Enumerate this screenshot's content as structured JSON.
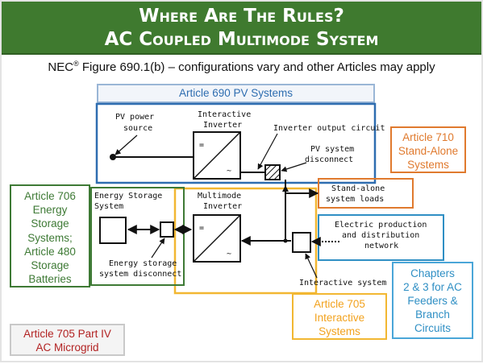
{
  "title": {
    "line1": "Where Are The Rules?",
    "line2": "AC Coupled Multimode System"
  },
  "subtitle": {
    "pre": "NEC",
    "reg": "®",
    "post": " Figure 690.1(b) – configurations vary and other Articles may apply"
  },
  "labels": {
    "article_690": "Article 690 PV Systems",
    "article_710": [
      "Article 710",
      "Stand-Alone",
      "Systems"
    ],
    "article_706": [
      "Article 706",
      "Energy",
      "Storage",
      "Systems;",
      "Article 480",
      "Storage",
      "Batteries"
    ],
    "article_705": [
      "Article 705",
      "Interactive",
      "Systems"
    ],
    "article_705_iv": [
      "Article 705 Part IV",
      "AC Microgrid"
    ],
    "chapters": [
      "Chapters",
      "2 & 3 for AC",
      "Feeders &",
      "Branch",
      "Circuits"
    ]
  },
  "diagram": {
    "pv_power_source": [
      "PV power",
      "source"
    ],
    "interactive_inverter": [
      "Interactive",
      "Inverter"
    ],
    "inverter_output_circuit": "Inverter output circuit",
    "pv_system_disconnect": [
      "PV system",
      "disconnect"
    ],
    "stand_alone_loads": [
      "Stand-alone",
      "system loads"
    ],
    "energy_storage_system": [
      "Energy Storage",
      "System"
    ],
    "multimode_inverter": [
      "Multimode",
      "Inverter"
    ],
    "electric_production": [
      "Electric production",
      "and distribution",
      "network"
    ],
    "energy_storage_disconnect": [
      "Energy storage",
      "system disconnect"
    ],
    "interactive_system": "Interactive system",
    "inverter_dc_symbol": "=",
    "inverter_ac_symbol": "~"
  },
  "colors": {
    "title_bg": "#3f7a2f",
    "article_690": "#2e6db0",
    "article_710": "#e07a2e",
    "article_706": "#3e7a35",
    "article_705": "#f2b732",
    "article_705_iv": "#b22222",
    "chapters": "#4aa6d8"
  }
}
